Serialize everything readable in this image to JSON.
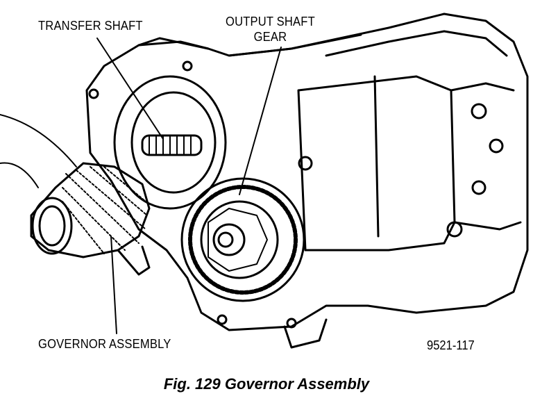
{
  "callouts": {
    "transfer_shaft": "TRANSFER SHAFT",
    "output_shaft_line1": "OUTPUT SHAFT",
    "output_shaft_line2": "GEAR",
    "governor_assembly": "GOVERNOR ASSEMBLY"
  },
  "figure_number": "9521-117",
  "caption": "Fig. 129 Governor Assembly"
}
